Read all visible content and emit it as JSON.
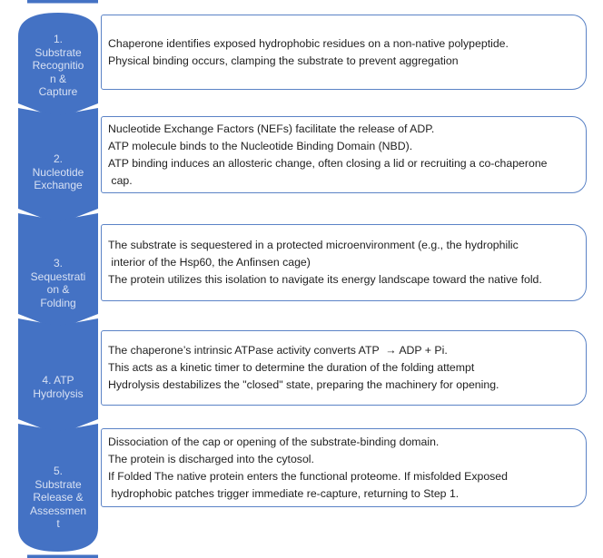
{
  "colors": {
    "chevron_fill": "#4472C4",
    "chevron_text": "#D8E1F3",
    "box_border": "#5B83C6",
    "box_text": "#212121",
    "background": "#FFFFFF"
  },
  "steps": [
    {
      "label": "1.\nSubstrate\nRecognitio\nn &\nCapture",
      "text": "Chaperone identifies exposed hydrophobic residues on a non-native polypeptide.\nPhysical binding occurs, clamping the substrate to prevent aggregation"
    },
    {
      "label": "2.\nNucleotide\nExchange",
      "text": "Nucleotide Exchange Factors (NEFs) facilitate the release of ADP.\nATP molecule binds to the Nucleotide Binding Domain (NBD).\nATP binding induces an allosteric change, often closing a lid or recruiting a co-chaperone\n cap."
    },
    {
      "label": "3.\nSequestrati\non &\nFolding",
      "text": "The substrate is sequestered in a protected microenvironment (e.g., the hydrophilic\n interior of the Hsp60, the Anfinsen cage)\nThe protein utilizes this isolation to navigate its energy landscape toward the native fold."
    },
    {
      "label": "4. ATP\nHydrolysis",
      "text": "The chaperone’s intrinsic ATPase activity converts ATP  → ADP + Pi.\nThis acts as a kinetic timer to determine the duration of the folding attempt\nHydrolysis destabilizes the \"closed\" state, preparing the machinery for opening."
    },
    {
      "label": "5.\nSubstrate\nRelease &\nAssessmen\nt",
      "text": "Dissociation of the cap or opening of the substrate-binding domain.\nThe protein is discharged into the cytosol.\nIf Folded The native protein enters the functional proteome. If misfolded Exposed\n hydrophobic patches trigger immediate re-capture, returning to Step 1."
    }
  ]
}
